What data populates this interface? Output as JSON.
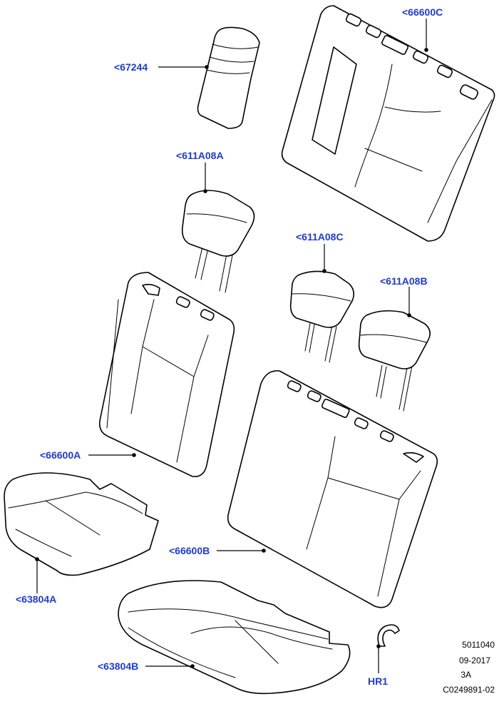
{
  "callouts": {
    "c67244": "<67244",
    "c66600C": "<66600C",
    "c611A08A": "<611A08A",
    "c611A08C": "<611A08C",
    "c611A08B": "<611A08B",
    "c66600A": "<66600A",
    "c66600B": "<66600B",
    "c63804A": "<63804A",
    "c63804B": "<63804B",
    "cHR1": "HR1"
  },
  "footer": {
    "line1": "5011040",
    "line2": "09-2017",
    "line3": "3A",
    "line4": "C0249891-02"
  },
  "colors": {
    "callout": "#1f3bd6",
    "line": "#000000",
    "background": "#ffffff"
  }
}
